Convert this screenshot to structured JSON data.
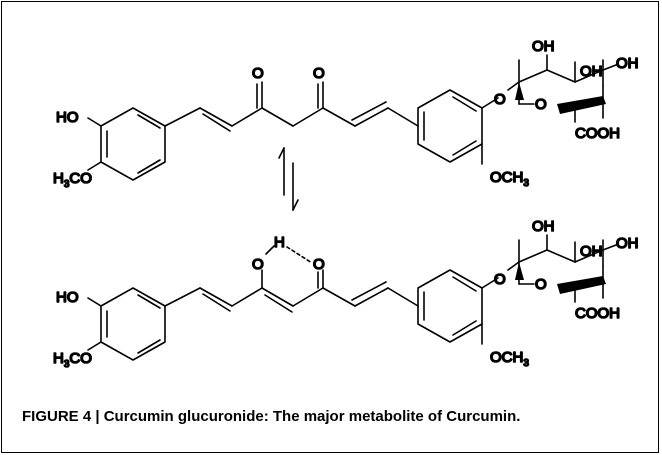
{
  "figure": {
    "caption": "FIGURE 4 | Curcumin glucuronide: The major metabolite of Curcumin."
  },
  "labels": {
    "ho": "HO",
    "h3co_h": "H",
    "h3co_sub": "3",
    "h3co_rest": "CO",
    "och3_main": "OCH",
    "och3_sub": "3",
    "o": "O",
    "oh": "OH",
    "cooh": "COOH",
    "h": "H"
  }
}
